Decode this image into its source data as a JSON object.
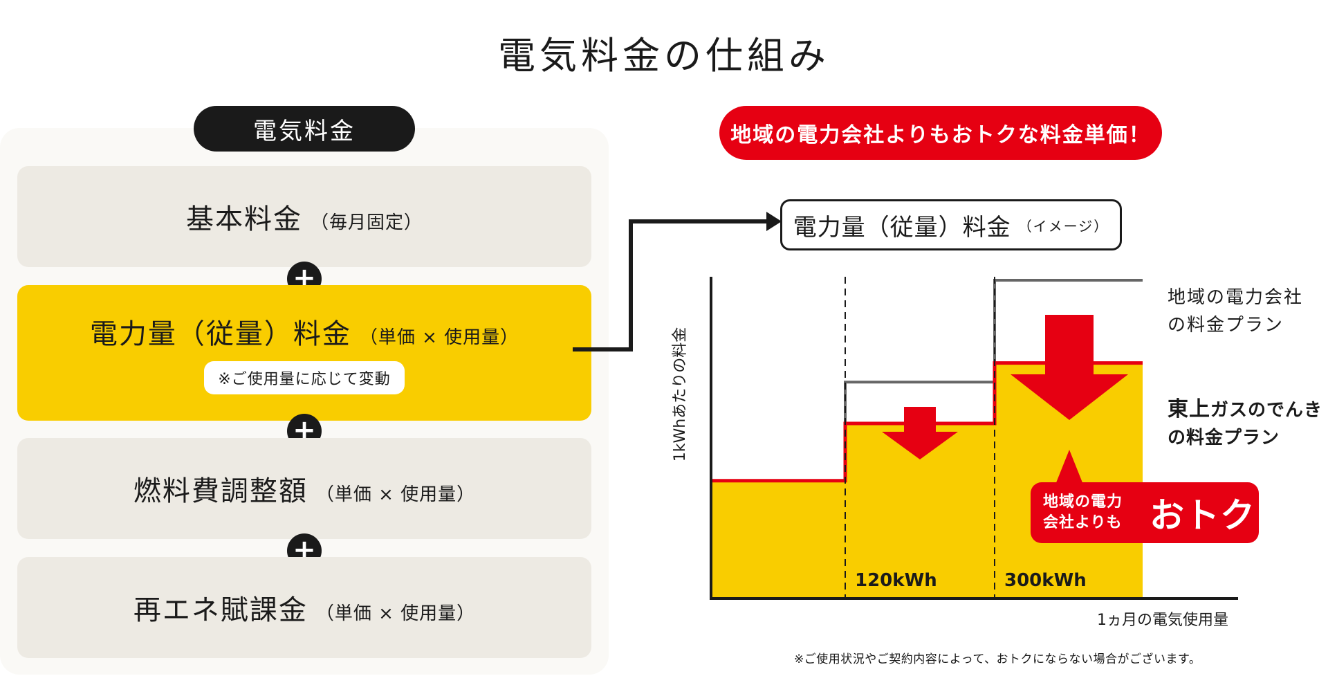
{
  "title": "電気料金の仕組み",
  "left": {
    "header": "電気料金",
    "boxes": [
      {
        "main": "基本料金",
        "sub": "（毎月固定）"
      },
      {
        "main": "電力量（従量）料金",
        "sub": "（単価 × 使用量）",
        "note": "※ご使用量に応じて変動"
      },
      {
        "main": "燃料費調整額",
        "sub": "（単価 × 使用量）"
      },
      {
        "main": "再エネ賦課金",
        "sub": "（単価 × 使用量）"
      }
    ],
    "plus_symbol": "+"
  },
  "right": {
    "banner": "地域の電力会社よりもおトクな料金単価！",
    "box_main": "電力量（従量）料金",
    "box_sub": "（イメージ）",
    "chart_data": {
      "type": "area",
      "ylabel": "1kWhあたりの料金",
      "xlabel": "1ヵ月の電気使用量",
      "categories": [
        "120kWh",
        "300kWh"
      ],
      "thresholds": [
        "120kWh",
        "300kWh"
      ],
      "series": [
        {
          "name": "地域の電力会社の料金プラン",
          "values": [
            0.37,
            0.68,
            1.0
          ]
        },
        {
          "name": "東上ガスのでんきの料金プラン",
          "values": [
            0.37,
            0.55,
            0.74
          ]
        }
      ],
      "colors": {
        "regional": "#666666",
        "tojo": "#e60012",
        "fill": "#f9cd00"
      }
    },
    "legend_regional_lines": [
      "地域の電力会社",
      "の料金プラン"
    ],
    "legend_tojo": {
      "brand": "東上",
      "rest": "ガスのでんき",
      "line2": "の料金プラン"
    },
    "bubble": {
      "small_lines": [
        "地域の電力",
        "会社よりも"
      ],
      "big": "おトク"
    },
    "footnote": "※ご使用状況やご契約内容によって、おトクにならない場合がございます。"
  },
  "colors": {
    "yellow": "#f9cd00",
    "red": "#e60012",
    "beige": "#edeae3",
    "black": "#1a1a1a"
  }
}
